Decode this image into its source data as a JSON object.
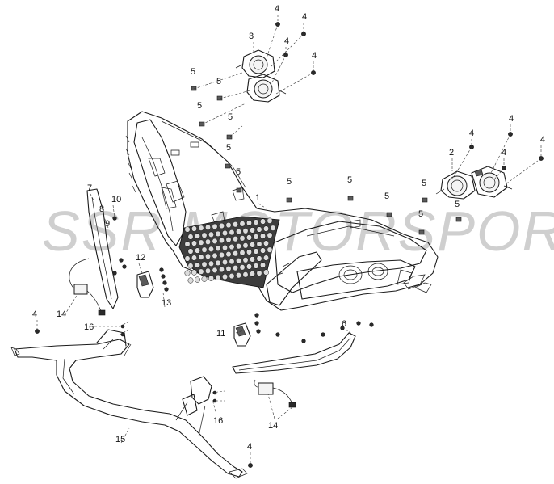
{
  "watermark": "SSR MOTORSPORTS",
  "callouts": [
    {
      "id": "c1",
      "label": "1"
    },
    {
      "id": "c2",
      "label": "2"
    },
    {
      "id": "c3",
      "label": "3"
    },
    {
      "id": "c4a",
      "label": "4"
    },
    {
      "id": "c4b",
      "label": "4"
    },
    {
      "id": "c4c",
      "label": "4"
    },
    {
      "id": "c4d",
      "label": "4"
    },
    {
      "id": "c4e",
      "label": "4"
    },
    {
      "id": "c4f",
      "label": "4"
    },
    {
      "id": "c4g",
      "label": "4"
    },
    {
      "id": "c4h",
      "label": "4"
    },
    {
      "id": "c4i",
      "label": "4"
    },
    {
      "id": "c4j",
      "label": "4"
    },
    {
      "id": "c5a",
      "label": "5"
    },
    {
      "id": "c5b",
      "label": "5"
    },
    {
      "id": "c5c",
      "label": "5"
    },
    {
      "id": "c5d",
      "label": "5"
    },
    {
      "id": "c5e",
      "label": "5"
    },
    {
      "id": "c5f",
      "label": "5"
    },
    {
      "id": "c5g",
      "label": "5"
    },
    {
      "id": "c5h",
      "label": "5"
    },
    {
      "id": "c5i",
      "label": "5"
    },
    {
      "id": "c5j",
      "label": "5"
    },
    {
      "id": "c5k",
      "label": "5"
    },
    {
      "id": "c5l",
      "label": "5"
    },
    {
      "id": "c6",
      "label": "6"
    },
    {
      "id": "c7",
      "label": "7"
    },
    {
      "id": "c8",
      "label": "8"
    },
    {
      "id": "c9",
      "label": "9"
    },
    {
      "id": "c10",
      "label": "10"
    },
    {
      "id": "c11",
      "label": "11"
    },
    {
      "id": "c12",
      "label": "12"
    },
    {
      "id": "c13",
      "label": "13"
    },
    {
      "id": "c14a",
      "label": "14"
    },
    {
      "id": "c14b",
      "label": "14"
    },
    {
      "id": "c15",
      "label": "15"
    },
    {
      "id": "c16a",
      "label": "16"
    },
    {
      "id": "c16b",
      "label": "16"
    }
  ]
}
